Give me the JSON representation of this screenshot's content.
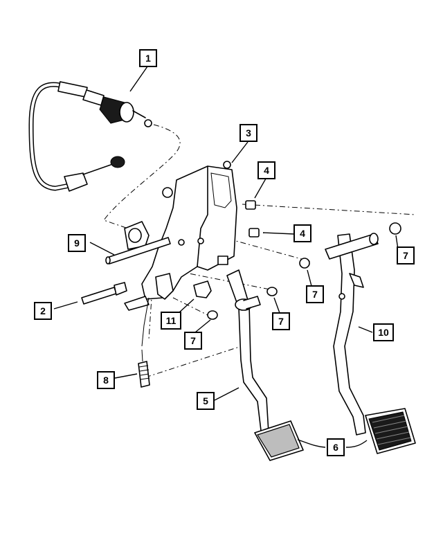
{
  "callouts": [
    {
      "id": "c1",
      "label": "1"
    },
    {
      "id": "c2",
      "label": "2"
    },
    {
      "id": "c3",
      "label": "3"
    },
    {
      "id": "c4a",
      "label": "4"
    },
    {
      "id": "c4b",
      "label": "4"
    },
    {
      "id": "c5",
      "label": "5"
    },
    {
      "id": "c6",
      "label": "6"
    },
    {
      "id": "c7a",
      "label": "7"
    },
    {
      "id": "c7b",
      "label": "7"
    },
    {
      "id": "c7c",
      "label": "7"
    },
    {
      "id": "c7d",
      "label": "7"
    },
    {
      "id": "c8",
      "label": "8"
    },
    {
      "id": "c9",
      "label": "9"
    },
    {
      "id": "c10",
      "label": "10"
    },
    {
      "id": "c11",
      "label": "11"
    }
  ],
  "colors": {
    "line": "#000000",
    "background": "#ffffff",
    "rubber": "#1a1a1a"
  }
}
